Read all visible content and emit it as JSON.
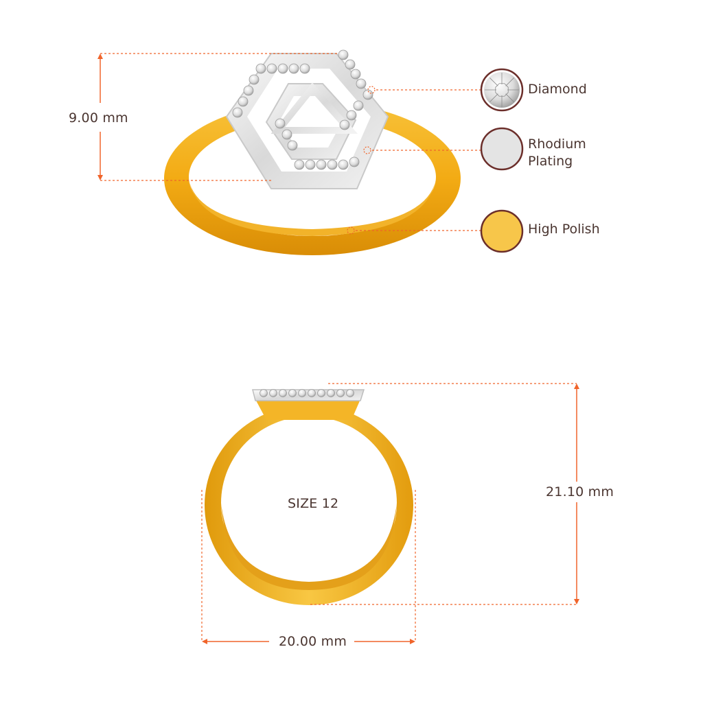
{
  "dimensions": {
    "top_height": "9.00 mm",
    "front_height": "21.10 mm",
    "front_width": "20.00 mm",
    "size": "SIZE 12"
  },
  "legend": [
    {
      "id": "diamond",
      "label": "Diamond",
      "swatch_color": "#e6e6e6"
    },
    {
      "id": "rhodium",
      "label_line1": "Rhodium",
      "label_line2": "Plating",
      "swatch_color": "#e4e4e4"
    },
    {
      "id": "polish",
      "label": "High Polish",
      "swatch_color": "#f7c64a"
    }
  ],
  "colors": {
    "accent": "#f0642a",
    "text": "#4a3530",
    "swatch_border": "#6b2e2a",
    "gold": "#f3b21c",
    "gold_dark": "#d18f0a",
    "rhodium": "#e8e8e8"
  }
}
